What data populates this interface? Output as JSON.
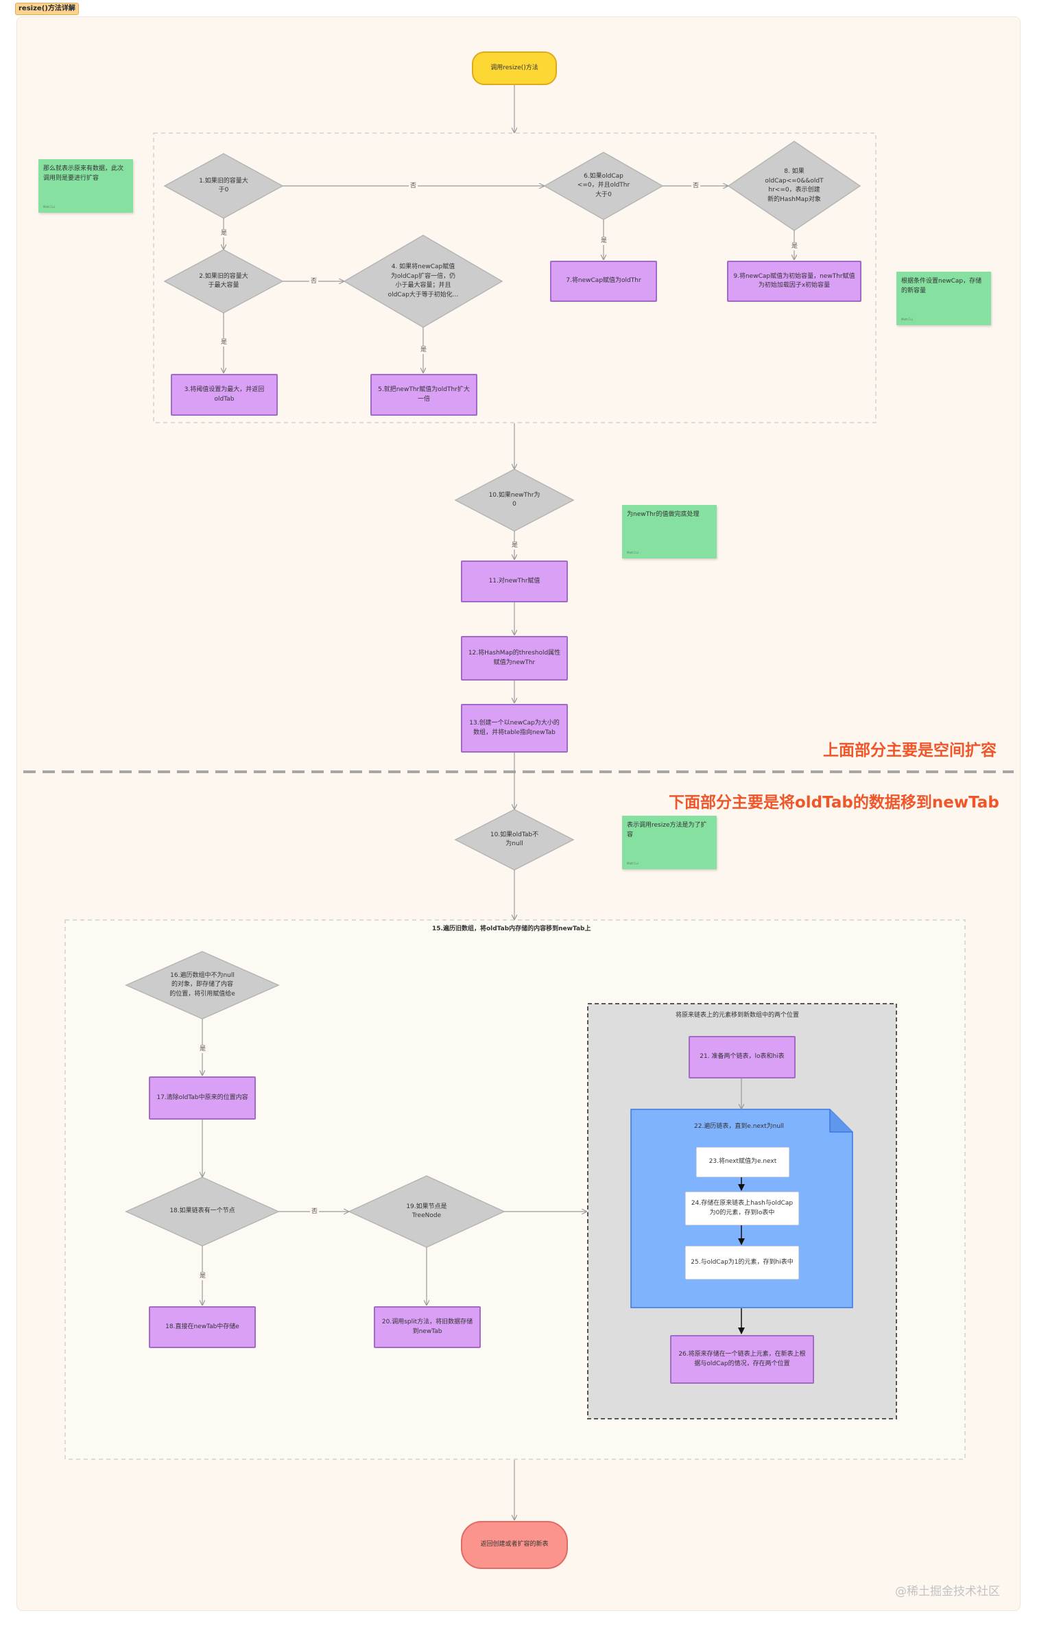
{
  "diagram_label": "resize()方法详解",
  "start": "调用resize()方法",
  "decisions": {
    "d1": [
      "1.如果旧的容量大",
      "于0"
    ],
    "d2": [
      "2.如果旧的容量大",
      "于最大容量"
    ],
    "d4": [
      "4. 如果将newCap赋值",
      "为oldCap扩容一倍，仍",
      "小于最大容量；并且",
      "oldCap大于等于初始化..."
    ],
    "d6": [
      "6.如果oldCap",
      "<=0，并且oldThr",
      "大于0"
    ],
    "d8": [
      "8. 如果",
      "oldCap<=0&&oldT",
      "hr<=0，表示创建",
      "新的HashMap对象"
    ],
    "d10a": [
      "10.如果newThr为",
      "0"
    ],
    "d10b": [
      "10.如果oldTab不",
      "为null"
    ],
    "d16": [
      "16.遍历数组中不为null",
      "的对象，即存储了内容",
      "的位置，将引用赋值给e"
    ],
    "d18": [
      "18.如果链表有一个节点"
    ],
    "d19": [
      "19.如果节点是",
      "TreeNode"
    ]
  },
  "processes": {
    "p3": "3.将阈值设置为最大，并返回oldTab",
    "p5": "5.就把newThr赋值为oldThr扩大一倍",
    "p7": "7.将newCap赋值为oldThr",
    "p9": "9.将newCap赋值为初始容量，newThr赋值为初始加载因子x初始容量",
    "p11": "11.对newThr赋值",
    "p12": "12.将HashMap的threshold属性赋值为newThr",
    "p13": "13.创建一个以newCap为大小的数组，并将table指向newTab",
    "p17": "17.清除oldTab中原来的位置内容",
    "p18": "18.直接在newTab中存储e",
    "p20": "20.调用split方法，将旧数据存储到newTab",
    "p21": "21. 准备两个链表，lo表和hi表",
    "p23": "23.将next赋值为e.next",
    "p24": "24.存储在原来链表上hash与oldCap为0的元素，存到lo表中",
    "p25": "25.与oldCap为1的元素，存到hi表中",
    "p26": "26.将原来存储在一个链表上元素，在新表上根据与oldCap的情况，存在两个位置"
  },
  "end": "返回创建或者扩容的新表",
  "notes": {
    "n1": "那么就表示原来有数据，此次调用则是要进行扩容",
    "n2": "根据条件设置newCap，存储的新容量",
    "n3": "为newThr的值做完底处理",
    "n4": "表示调用resize方法是为了扩容",
    "sig": "Matt Cui"
  },
  "edge_labels": {
    "yes": "是",
    "no": "否"
  },
  "headings": {
    "upper": "上面部分主要是空间扩容",
    "lower": "下面部分主要是将oldTab的数据移到newTab"
  },
  "containers": {
    "loop": "15.遍历旧数组，将oldTab内存储的内容移到newTab上",
    "gray": "将原来链表上的元素移到新数组中的两个位置",
    "blue": "22.遍历链表，直到e.next为null"
  },
  "watermark": "@稀土掘金技术社区",
  "colors": {
    "process": "#d9a0f6",
    "decision": "#cccccc",
    "start": "#fdd835",
    "end": "#fb948c",
    "note": "#86e0a0",
    "blue_container": "#80b3fe",
    "gray_container": "#dddddd",
    "heading": "#f0562a"
  }
}
